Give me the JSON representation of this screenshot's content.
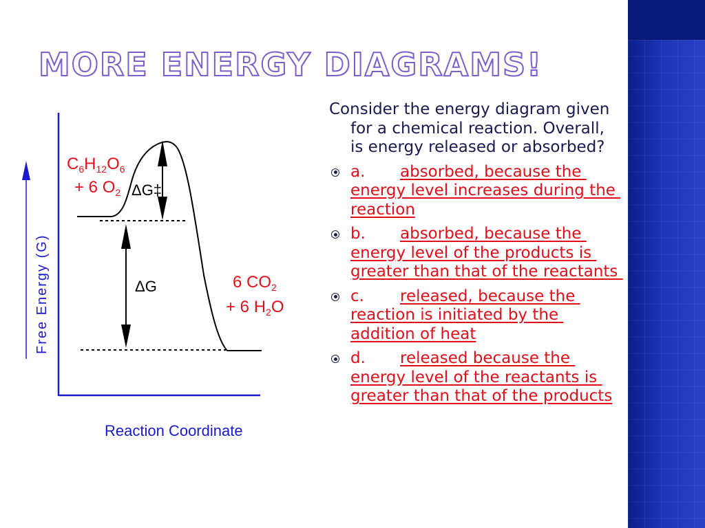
{
  "slide": {
    "title": "More Energy Diagrams!",
    "accent_color": "#7a5ec9",
    "side_band_color": "#1b35b8"
  },
  "diagram": {
    "y_axis_label": "Free Energy (G)",
    "x_axis_label": "Reaction Coordinate",
    "reactants": {
      "prefix": "C",
      "sub1": "6",
      "mid1": "H",
      "sub2": "12",
      "mid2": "O",
      "sub3": "6",
      "line2": "+ 6 O",
      "line2_sub": "2"
    },
    "products": {
      "line1": "6 CO",
      "line1_sub": "2",
      "line2": "+ 6 H",
      "line2_sub": "2",
      "line2_end": "O"
    },
    "activation_label": "ΔG‡",
    "delta_g_label": "ΔG",
    "line_color": "#000000",
    "label_color": "#e0101a",
    "axis_color": "#1a1ad0"
  },
  "question": {
    "intro": "Consider the energy diagram given for a chemical reaction.  Overall, is energy released or absorbed?",
    "option_color": "#e0101a",
    "options": [
      {
        "letter": "a.",
        "text": "absorbed, because the energy level increases during the reaction"
      },
      {
        "letter": "b.",
        "text": "absorbed, because the energy level of the products is greater than that of the reactants "
      },
      {
        "letter": "c.",
        "text": "released, because the reaction is initiated by the addition of heat"
      },
      {
        "letter": "d.",
        "text": "released because the energy level of the reactants is greater than that of the products"
      }
    ]
  }
}
